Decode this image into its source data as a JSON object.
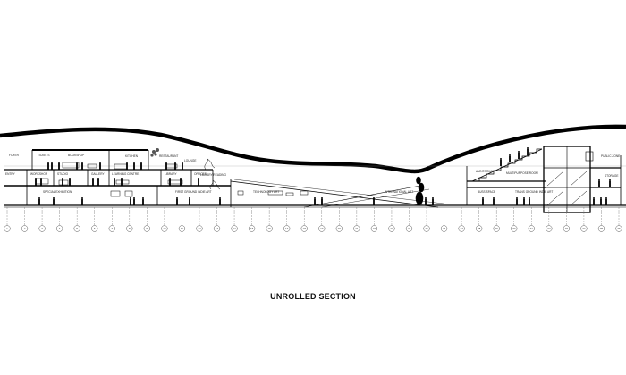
{
  "title": "UNROLLED SECTION",
  "grid_axis_count": 36,
  "labels": [
    {
      "id": "l1",
      "text": "FOYER"
    },
    {
      "id": "l2",
      "text": "TICKETS"
    },
    {
      "id": "l3",
      "text": "BOOKSHOP"
    },
    {
      "id": "l4",
      "text": "KITCHEN"
    },
    {
      "id": "l5",
      "text": "RESTAURANT"
    },
    {
      "id": "l6",
      "text": "LOUNGE"
    },
    {
      "id": "l7",
      "text": "ENTRY"
    },
    {
      "id": "l8",
      "text": "WORKSHOP"
    },
    {
      "id": "l9",
      "text": "STUDIO"
    },
    {
      "id": "l10",
      "text": "GALLERY"
    },
    {
      "id": "l11",
      "text": "LEARNING CENTRE"
    },
    {
      "id": "l12",
      "text": "LIBRARY"
    },
    {
      "id": "l13",
      "text": "OFFICES"
    },
    {
      "id": "l14",
      "text": "LIBRARY READING"
    },
    {
      "id": "l15",
      "text": "SPECIAL EXHIBITION"
    },
    {
      "id": "l16",
      "text": "FIRST GROUND INDIE ART"
    },
    {
      "id": "l17",
      "text": "TECHNOLOGY ART"
    },
    {
      "id": "l18",
      "text": "INTERNATIONAL ART"
    },
    {
      "id": "l19",
      "text": "AUDITORIUM"
    },
    {
      "id": "l20",
      "text": "BUSS SPACE"
    },
    {
      "id": "l21",
      "text": "TRANS GROUND INDIE ART"
    },
    {
      "id": "l22",
      "text": "MULTIPURPOSE ROOM"
    },
    {
      "id": "l23",
      "text": "PUBLIC ZONE"
    },
    {
      "id": "l24",
      "text": "STORAGE"
    }
  ]
}
